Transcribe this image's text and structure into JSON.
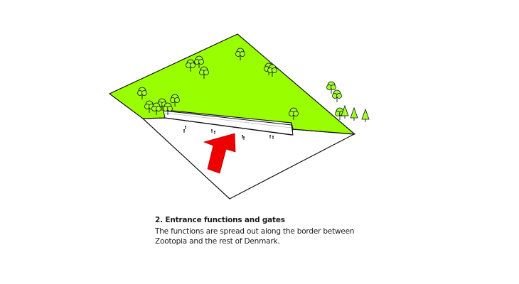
{
  "caption": {
    "title": "2. Entrance functions and gates",
    "lines": [
      "The functions are spread out along the border between",
      "Zootopia and the rest of Denmark."
    ]
  },
  "colors": {
    "park_green": "#99ff00",
    "entrance_zone": "#ffffff",
    "arrow_red": "#ee0000",
    "outline": "#111111",
    "tree_canopy": "#a0ff2a"
  },
  "icons": {
    "arrow": "entrance-arrow-icon",
    "tree": "tree-icon",
    "person": "person-icon",
    "gate": "entrance-gate-building"
  }
}
